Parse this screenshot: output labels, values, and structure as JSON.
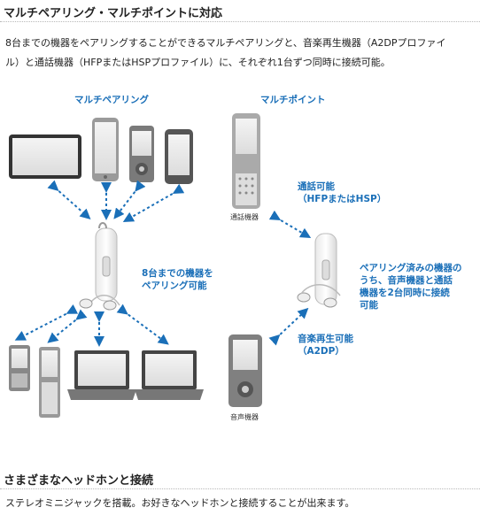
{
  "section1": {
    "title": "マルチペアリング・マルチポイントに対応",
    "body_line1": "8台までの機器をペアリングすることができるマルチペアリングと、音楽再生機器（A2DPプロファイ",
    "body_line2": "ル）と通話機器（HFPまたはHSPプロファイル）に、それぞれ1台ずつ同時に接続可能。"
  },
  "diagram": {
    "multipairing_title": "マルチペアリング",
    "multipoint_title": "マルチポイント",
    "pairing_note_line1": "8台までの機器を",
    "pairing_note_line2": "ペアリング可能",
    "call_label_line1": "通話可能",
    "call_label_line2": "（HFPまたはHSP）",
    "call_device_caption": "通話機器",
    "paired_note_line1": "ペアリング済みの機器の",
    "paired_note_line2": "うち、音声機器と通話",
    "paired_note_line3": "機器を2台同時に接続",
    "paired_note_line4": "可能",
    "music_label_line1": "音楽再生可能",
    "music_label_line2": "（A2DP）",
    "music_device_caption": "音声機器",
    "accent_color": "#1a6fb8"
  },
  "section2": {
    "title": "さまざまなヘッドホンと接続",
    "body": "ステレオミニジャックを搭載。お好きなヘッドホンと接続することが出来ます。"
  }
}
